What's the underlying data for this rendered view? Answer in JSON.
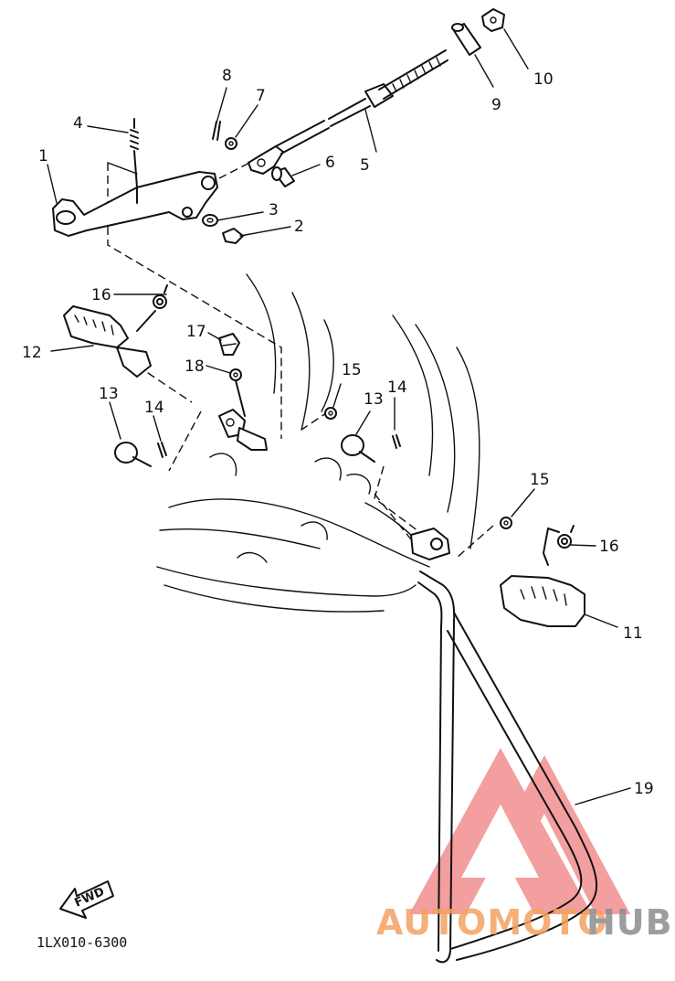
{
  "diagram": {
    "callouts": [
      "1",
      "2",
      "3",
      "4",
      "5",
      "6",
      "7",
      "8",
      "9",
      "10",
      "11",
      "12",
      "13",
      "14",
      "15",
      "16",
      "17",
      "18",
      "19"
    ],
    "callouts_extra": {
      "13b": "13",
      "14b": "14",
      "15b": "15",
      "16b": "16"
    },
    "fwd_label": "FWD",
    "drawing_code": "1LX010-6300"
  },
  "watermark": {
    "brand_a": "AUTOMOTO",
    "brand_b": "HUB",
    "color_a": "#f4a261",
    "color_b": "#8d8d8d",
    "logo_color": "#f08080"
  },
  "colors": {
    "ink": "#111111",
    "paper": "#ffffff"
  }
}
